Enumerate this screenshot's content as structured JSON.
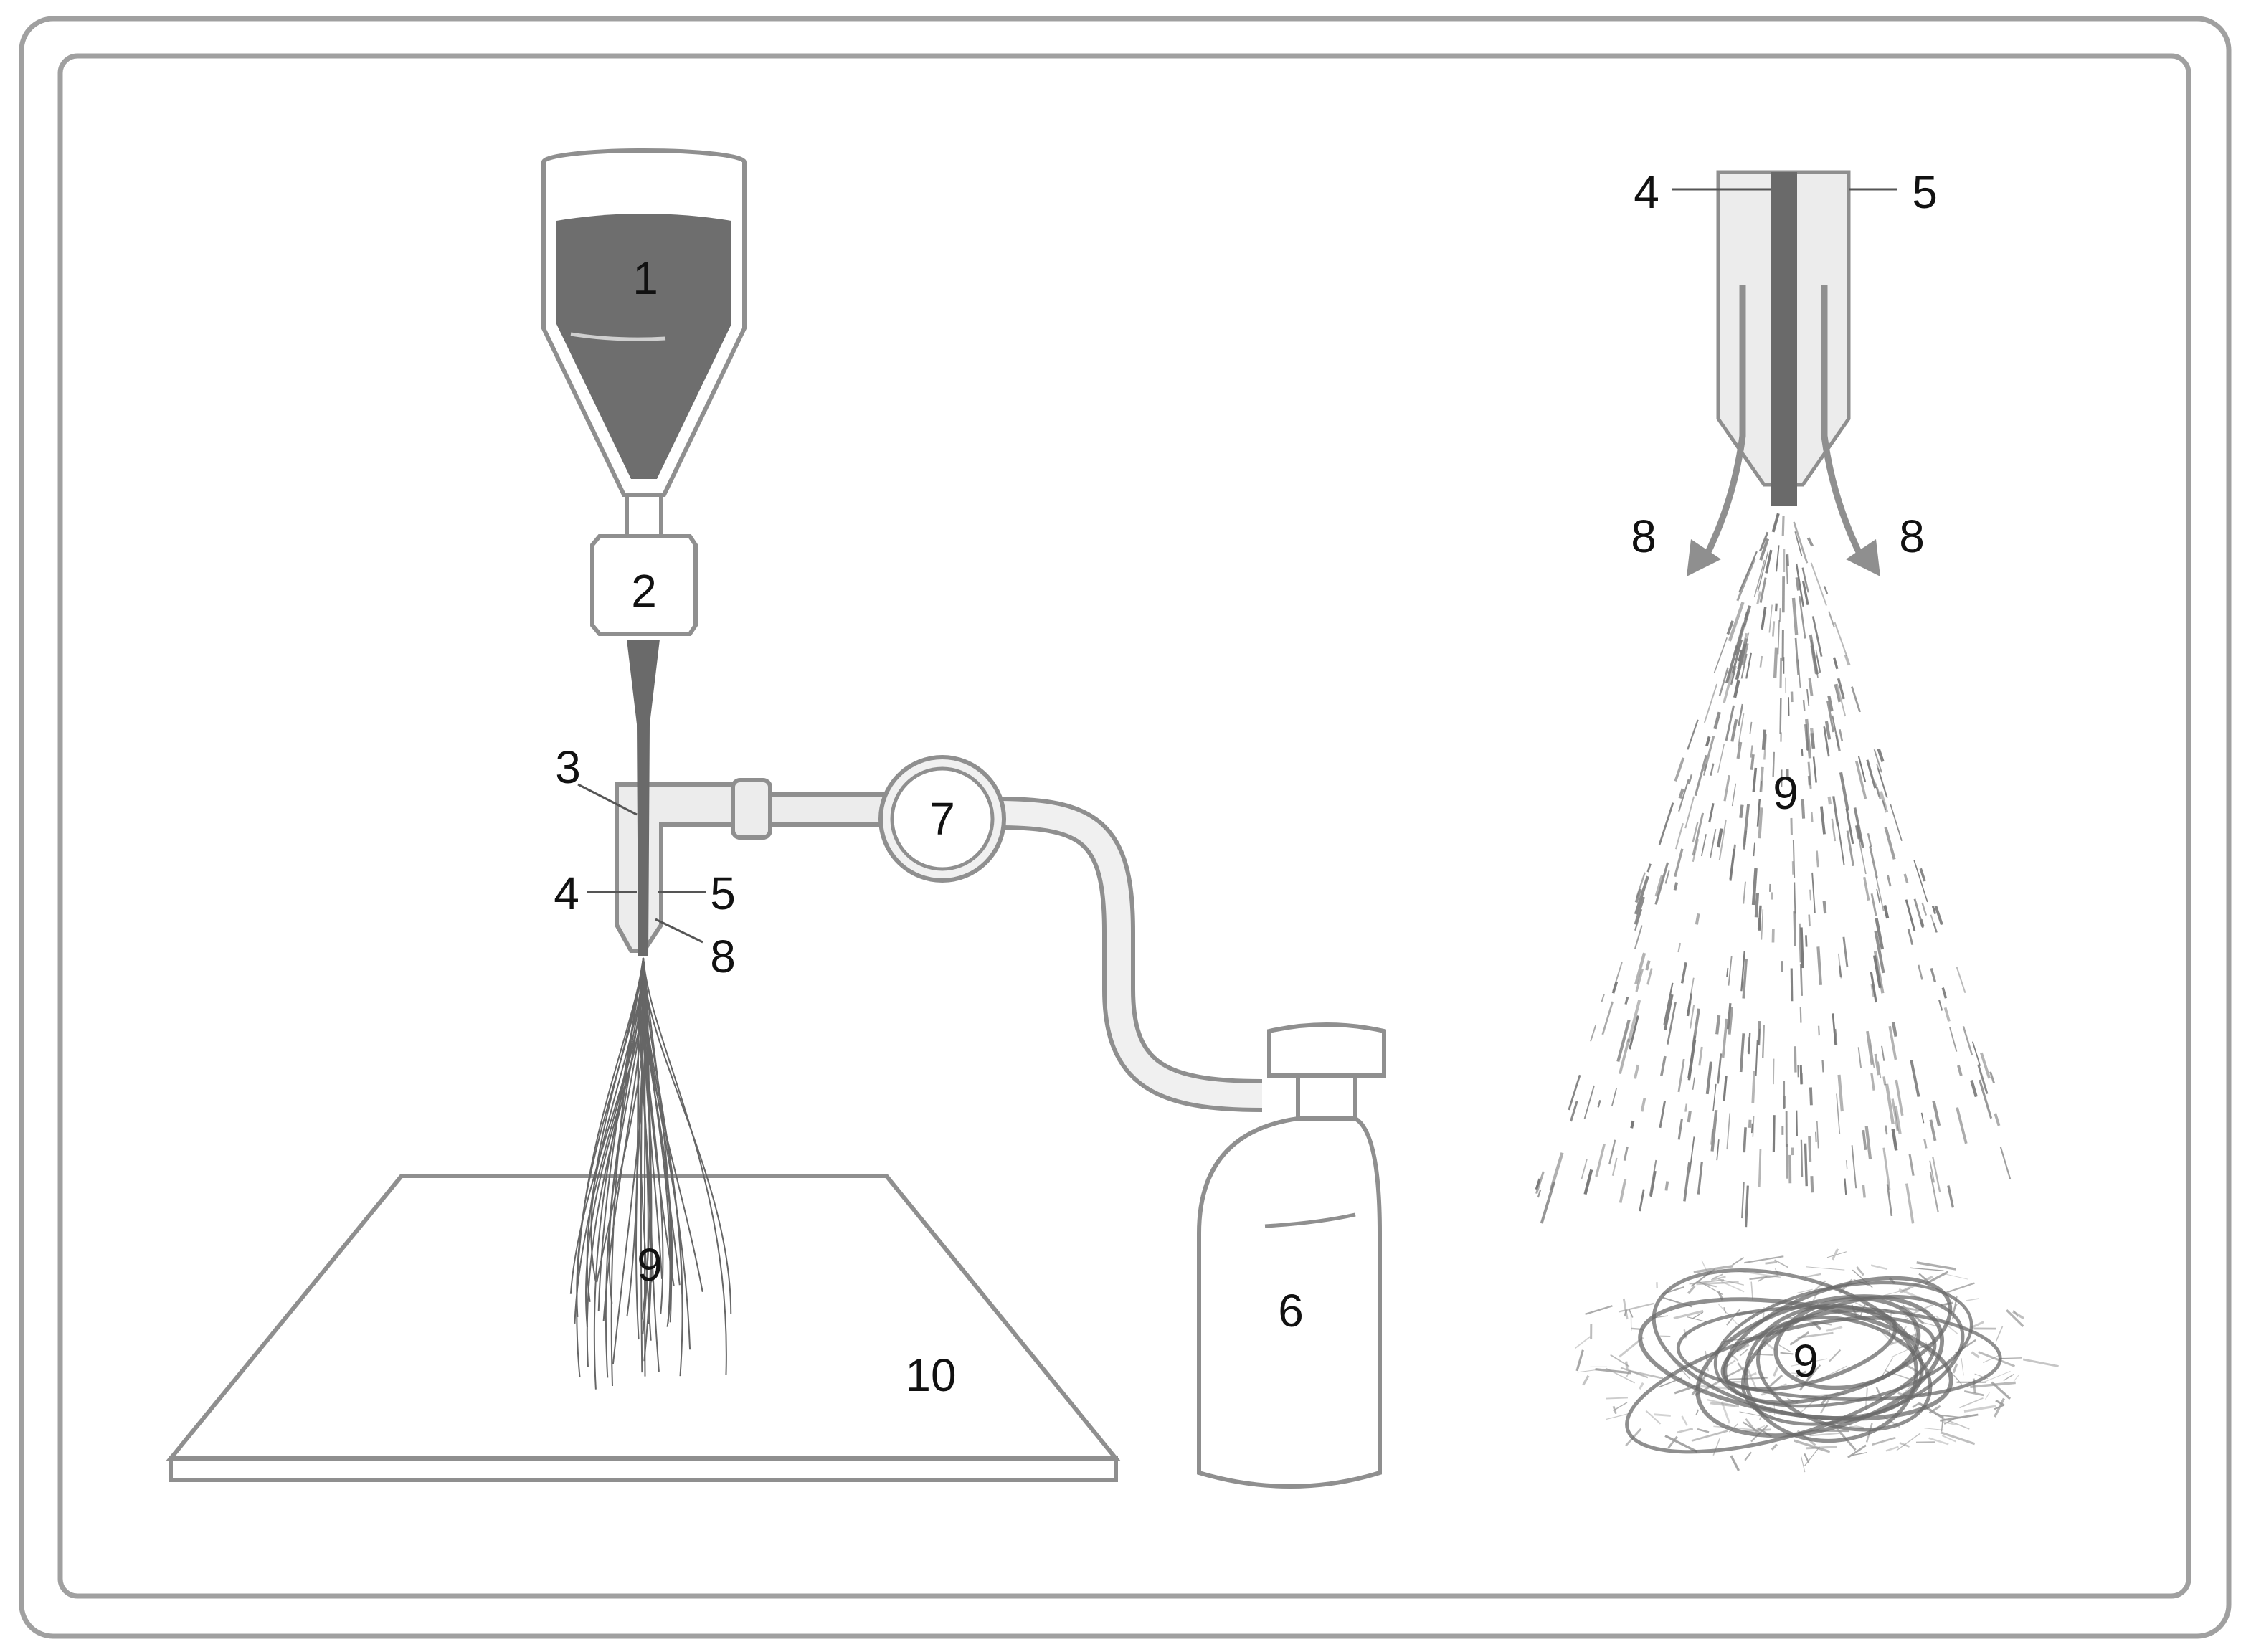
{
  "labels": {
    "l1": "1",
    "l2": "2",
    "l3": "3",
    "l4": "4",
    "l5": "5",
    "l6": "6",
    "l7": "7",
    "l8": "8",
    "l9": "9",
    "l10": "10",
    "zoom_l4": "4",
    "zoom_l5": "5",
    "zoom_l8_left": "8",
    "zoom_l8_right": "8",
    "zoom_l9": "9",
    "mat_l9": "9"
  },
  "colors": {
    "frame": "#a0a0a0",
    "stroke": "#8f8f8f",
    "liquid": "#6e6e6e",
    "needle": "#6a6a6a",
    "sheath": "#ececec",
    "tube": "#f0f0f0",
    "fiber": "#7a7a7a"
  }
}
